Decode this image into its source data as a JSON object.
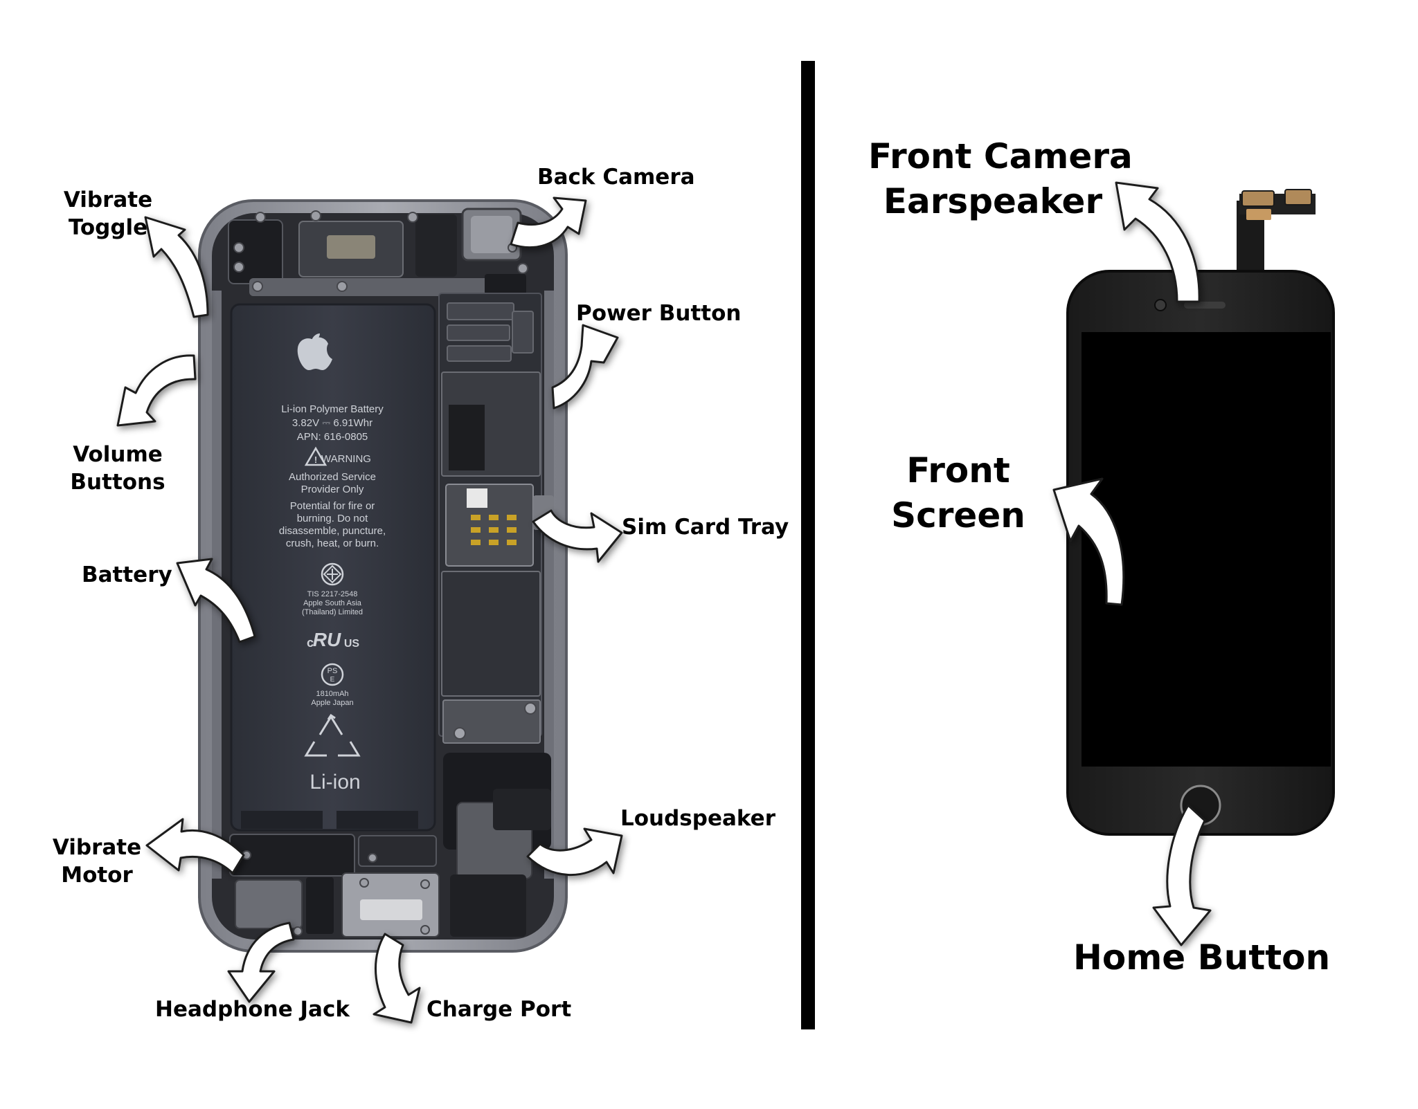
{
  "left_panel": {
    "battery_text": {
      "line1": "Li-ion Polymer Battery",
      "line2": "3.82V ⎓ 6.91Whr",
      "line3": "APN: 616-0805",
      "warning": "WARNING",
      "auth1": "Authorized Service",
      "auth2": "Provider Only",
      "p1": "Potential for fire or",
      "p2": "burning. Do not",
      "p3": "disassemble, puncture,",
      "p4": "crush, heat, or burn.",
      "tis1": "TIS 2217-2548",
      "tis2": "Apple South Asia",
      "tis3": "(Thailand) Limited",
      "ul_c": "c",
      "ul_mark": "RU",
      "ul_us": "US",
      "pse_top": "PS",
      "pse_bot": "E",
      "mah": "1810mAh",
      "japan": "Apple Japan",
      "liion": "Li-ion"
    },
    "labels": {
      "vibrate_toggle": [
        "Vibrate",
        "Toggle"
      ],
      "back_camera": "Back Camera",
      "power_button": "Power Button",
      "volume_buttons": [
        "Volume",
        "Buttons"
      ],
      "sim_card_tray": "Sim Card Tray",
      "battery": "Battery",
      "loudspeaker": "Loudspeaker",
      "vibrate_motor": [
        "Vibrate",
        "Motor"
      ],
      "headphone_jack": "Headphone Jack",
      "charge_port": "Charge Port"
    }
  },
  "right_panel": {
    "labels": {
      "front_camera_earspeaker": [
        "Front Camera",
        "Earspeaker"
      ],
      "front_screen": [
        "Front",
        "Screen"
      ],
      "home_button": "Home Button"
    }
  },
  "colors": {
    "phone_frame": "#8c8e96",
    "battery_body": "#33363f",
    "board": "#2e3036",
    "screen": "#000000",
    "arrow_fill": "#ffffff",
    "arrow_stroke": "#1e1e1e"
  }
}
